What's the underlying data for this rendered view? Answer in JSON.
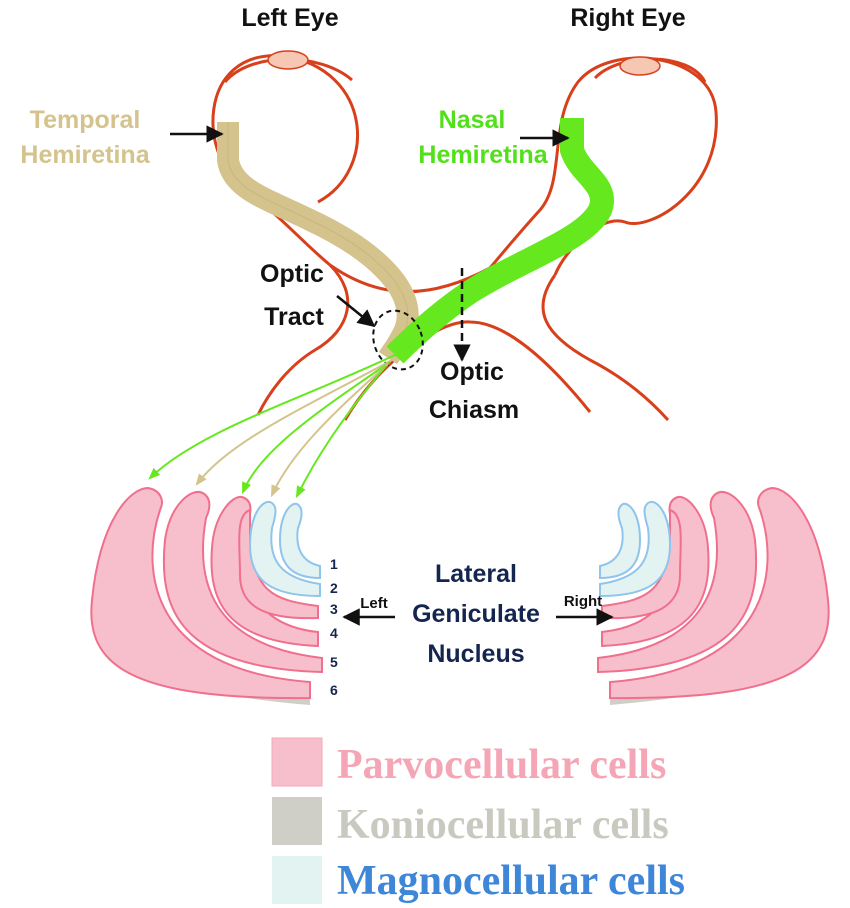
{
  "eyes": {
    "left_label": "Left Eye",
    "right_label": "Right Eye"
  },
  "hemiretina": {
    "temporal_line1": "Temporal",
    "temporal_line2": "Hemiretina",
    "nasal_line1": "Nasal",
    "nasal_line2": "Hemiretina"
  },
  "optic_tract": {
    "line1": "Optic",
    "line2": "Tract"
  },
  "optic_chiasm": {
    "line1": "Optic",
    "line2": "Chiasm"
  },
  "lgn": {
    "line1": "Lateral",
    "line2": "Geniculate",
    "line3": "Nucleus",
    "left_arrow_label": "Left",
    "right_arrow_label": "Right",
    "layers": [
      "1",
      "2",
      "3",
      "4",
      "5",
      "6"
    ]
  },
  "legend": [
    {
      "label": "Parvocellular cells",
      "color": "#f4a6b6"
    },
    {
      "label": "Koniocellular cells",
      "color": "#c9c9c0"
    },
    {
      "label": "Magnocellular cells",
      "color": "#3d86d8"
    }
  ],
  "colors": {
    "outline": "#d8401c",
    "temporal": "#d4c38c",
    "nasal": "#66e81e",
    "parvo_fill": "#f7bfcc",
    "parvo_stroke": "#f06f8c",
    "konio": "#cfcfc7",
    "magno_fill": "#e3f3f1",
    "magno_stroke": "#8fc4ec",
    "lens": "#f6c7b2"
  }
}
